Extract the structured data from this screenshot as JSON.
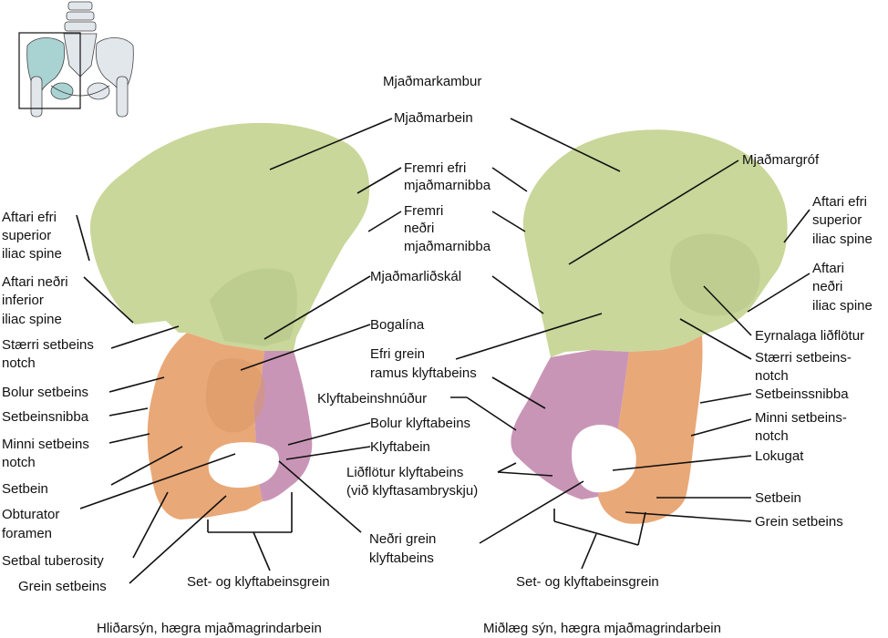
{
  "colors": {
    "ilium": "#c9d79a",
    "ilium_shade": "#b6c689",
    "ischium": "#e9a877",
    "ischium_shade": "#d99563",
    "pubis": "#c995b6",
    "pubis_shade": "#b27fa1",
    "thumb_bone": "#e2e7ec",
    "thumb_highlight": "#a9d3d3"
  },
  "lateral": {
    "caption": "Hliðarsýn, hægra mjaðmagrindarbein",
    "labels": {
      "iliac_crest": "Mjaðmarkambur",
      "ilium": "Mjaðmarbein",
      "asis_1": "Fremri efri",
      "asis_2": "mjaðmarnibba",
      "aiis_1": "Fremri",
      "aiis_2": "neðri",
      "aiis_3": "mjaðmarnibba",
      "acetabulum": "Mjaðmarliðskál",
      "arcuate_line": "Bogalína",
      "sup_ramus_1": "Efri grein",
      "sup_ramus_2": "ramus klyftabeins",
      "pubic_tubercle": "Klyftabeinshnúður",
      "pubis_body": "Bolur klyftabeins",
      "pubis": "Klyftabein",
      "symphysis_1": "Liðflötur klyftabeins",
      "symphysis_2": "(við klyftasambryskju)",
      "inf_ramus_1": "Neðri grein",
      "inf_ramus_2": "klyftabeins",
      "ischiopubic_ramus": "Set- og klyftabeinsgrein",
      "psis_1": "Aftari efri",
      "psis_2": "superior",
      "psis_3": "iliac spine",
      "piis_1": "Aftari neðri",
      "piis_2": "inferior",
      "piis_3": "iliac spine",
      "gsn_1": "Stærri setbeins",
      "gsn_2": "notch",
      "ischium_body": "Bolur setbeins",
      "ischial_spine": "Setbeinsnibba",
      "lsn_1": "Minni setbeins",
      "lsn_2": "notch",
      "ischium": "Setbein",
      "obturator_1": "Obturator",
      "obturator_2": "foramen",
      "ischial_tuberosity": "Setbal tuberosity",
      "ischial_ramus": "Grein setbeins"
    }
  },
  "medial": {
    "caption": "Miðlæg sýn, hægra mjaðmagrindarbein",
    "labels": {
      "iliac_fossa": "Mjaðmargróf",
      "psis_1": "Aftari efri",
      "psis_2": "superior",
      "psis_3": "iliac spine",
      "piis_1": "Aftari",
      "piis_2": "neðri",
      "piis_3": "iliac spine",
      "auricular": "Eyrnalaga liðflötur",
      "gsn_1": "Stærri setbeins-",
      "gsn_2": "notch",
      "ischial_spine": "Setbeinssnibba",
      "lsn_1": "Minni setbeins-",
      "lsn_2": "notch",
      "obturator": "Lokugat",
      "ischium": "Setbein",
      "ischial_ramus": "Grein setbeins",
      "ischiopubic_ramus": "Set- og klyftabeinsgrein"
    }
  }
}
